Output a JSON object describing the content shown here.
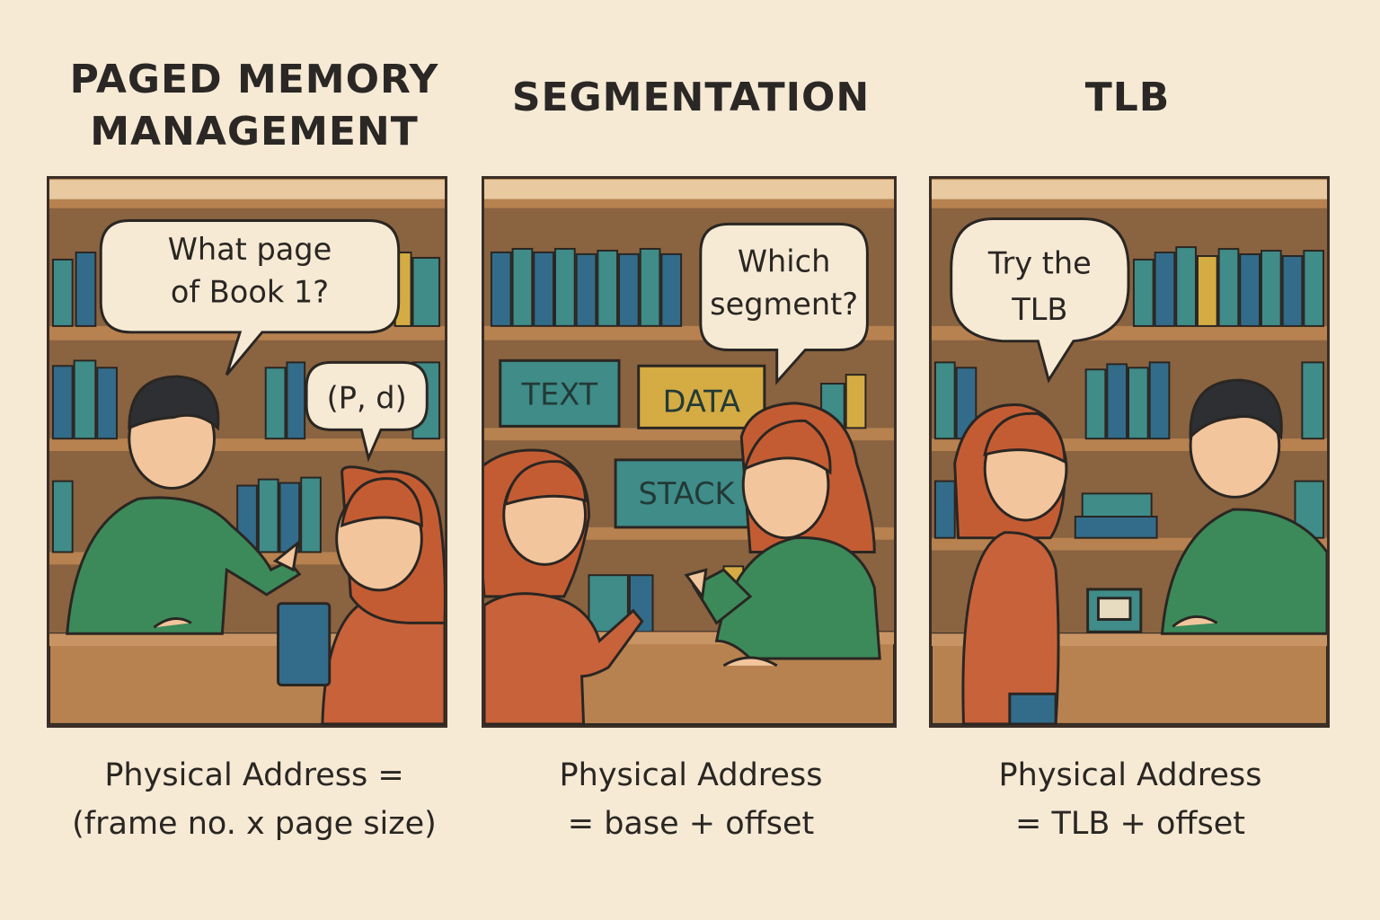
{
  "panels": [
    {
      "title_lines": [
        "PAGED MEMORY",
        "MANAGEMENT"
      ],
      "bubbles": [
        "What page",
        "of Book 1?",
        "(P, d)"
      ],
      "caption_lines": [
        "Physical Address =",
        "(frame no. x page size)"
      ]
    },
    {
      "title_lines": [
        "SEGMENTATION"
      ],
      "bubbles": [
        "Which",
        "segment?"
      ],
      "labels": [
        "TEXT",
        "DATA",
        "STACK"
      ],
      "caption_lines": [
        "Physical Address",
        "= base + offset"
      ]
    },
    {
      "title_lines": [
        "TLB"
      ],
      "bubbles": [
        "Try the",
        "TLB"
      ],
      "caption_lines": [
        "Physical Address",
        "= TLB + offset"
      ]
    }
  ],
  "colors": {
    "background": "#f6ead5",
    "shelf_wall": "#8a6340",
    "shelf_board": "#b78250",
    "book_teal": "#3f8c89",
    "book_blue": "#336c8a",
    "book_yellow": "#d4ac43",
    "shirt_green": "#3c8a5a",
    "shirt_orange": "#c8623a",
    "hair_dark": "#2d2f33",
    "hair_red": "#c45c33",
    "skin": "#f2c59c"
  },
  "icons": [
    "bookshelf-icon",
    "speech-bubble-icon",
    "librarian-figure",
    "visitor-figure",
    "book-icon",
    "tlb-card-icon"
  ]
}
